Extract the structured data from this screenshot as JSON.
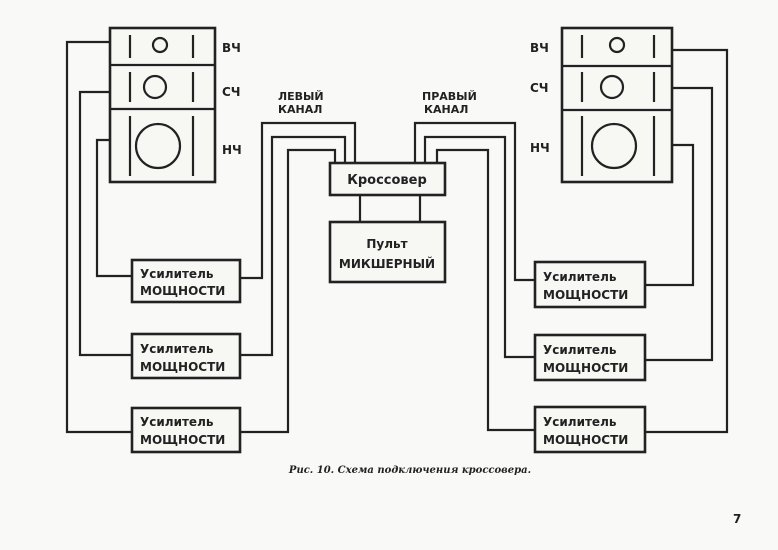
{
  "labels": {
    "left_channel": [
      "ЛЕВЫЙ",
      "КАНАЛ"
    ],
    "right_channel": [
      "ПРАВЫЙ",
      "КАНАЛ"
    ],
    "crossover": "Кроссовер",
    "mixer": [
      "Пульт",
      "МИКШЕРНЫЙ"
    ],
    "amplifier": [
      "Усилитель",
      "МОЩНОСТИ"
    ],
    "bands": {
      "high": "ВЧ",
      "mid": "СЧ",
      "low": "НЧ"
    }
  },
  "caption": "Рис. 10. Схема подключения кроссовера.",
  "page_number": "7"
}
